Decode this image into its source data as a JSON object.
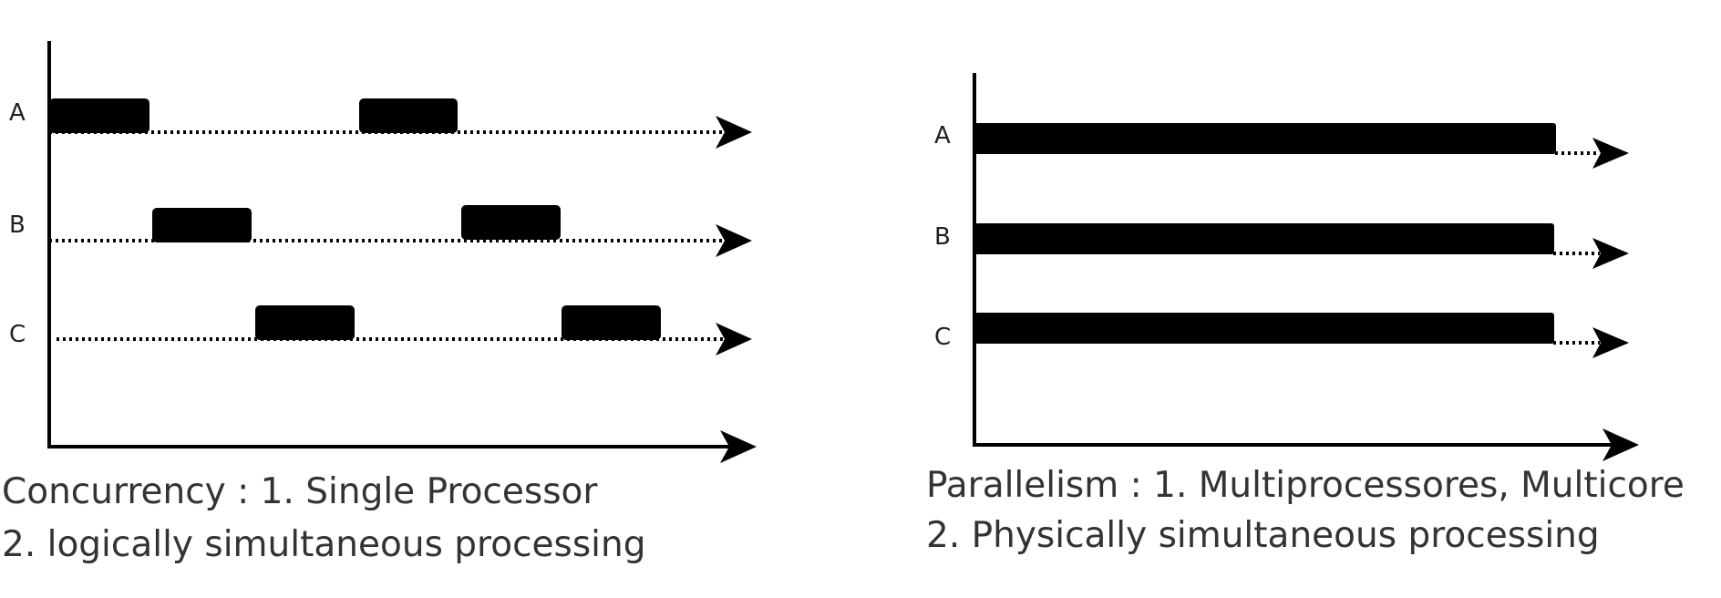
{
  "panels": [
    {
      "id": "concurrency",
      "lanes": [
        {
          "label": "A",
          "slices": [
            [
              0,
              0.14
            ],
            [
              0.44,
              0.58
            ]
          ]
        },
        {
          "label": "B",
          "slices": [
            [
              0.15,
              0.29
            ],
            [
              0.59,
              0.73
            ]
          ]
        },
        {
          "label": "C",
          "slices": [
            [
              0.3,
              0.44
            ],
            [
              0.73,
              0.87
            ]
          ]
        }
      ],
      "caption": [
        "Concurrency : 1. Single Processor",
        "2. logically simultaneous processing"
      ]
    },
    {
      "id": "parallelism",
      "lanes": [
        {
          "label": "A",
          "slices": [
            [
              0,
              0.9
            ]
          ]
        },
        {
          "label": "B",
          "slices": [
            [
              0,
              0.9
            ]
          ]
        },
        {
          "label": "C",
          "slices": [
            [
              0,
              0.9
            ]
          ]
        }
      ],
      "caption": [
        "Parallelism : 1. Multiprocessores, Multicore",
        "2. Physically simultaneous processing"
      ]
    }
  ]
}
